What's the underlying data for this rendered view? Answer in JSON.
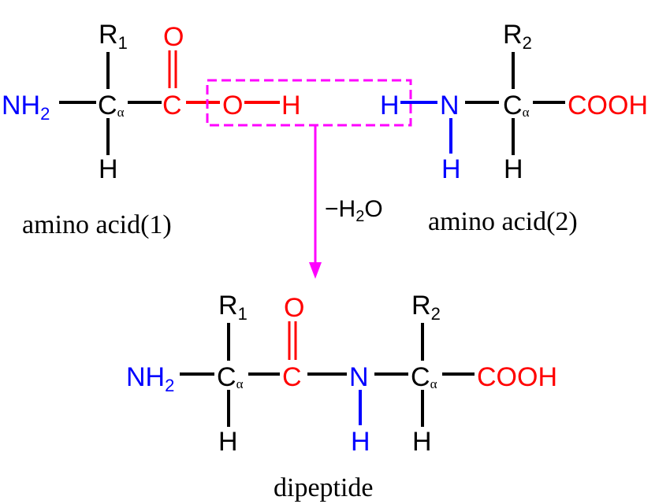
{
  "colors": {
    "black": "#000000",
    "red": "#ff0000",
    "blue": "#0000ff",
    "magenta": "#ff00ff"
  },
  "amino_acid_1": {
    "label": "amino acid(1)",
    "amine": "NH",
    "amine_sub": "2",
    "side_chain": "R",
    "side_chain_sub": "1",
    "alpha_c": "C",
    "alpha_sub": "α",
    "h": "H",
    "carbonyl_c": "C",
    "carbonyl_o": "O",
    "hydroxyl_o": "O",
    "hydroxyl_h": "H"
  },
  "amino_acid_2": {
    "label": "amino acid(2)",
    "amine_h": "H",
    "n": "N",
    "n_h": "H",
    "side_chain": "R",
    "side_chain_sub": "2",
    "alpha_c": "C",
    "alpha_sub": "α",
    "h": "H",
    "carboxyl": "COOH"
  },
  "reaction": {
    "minus": "−H",
    "water_sub": "2",
    "water_o": "O"
  },
  "dipeptide": {
    "label": "dipeptide",
    "amine": "NH",
    "amine_sub": "2",
    "r1": "R",
    "r1_sub": "1",
    "alpha_c": "C",
    "alpha_sub": "α",
    "h": "H",
    "carbonyl_c": "C",
    "carbonyl_o": "O",
    "n": "N",
    "n_h": "H",
    "r2": "R",
    "r2_sub": "2",
    "carboxyl": "COOH"
  }
}
